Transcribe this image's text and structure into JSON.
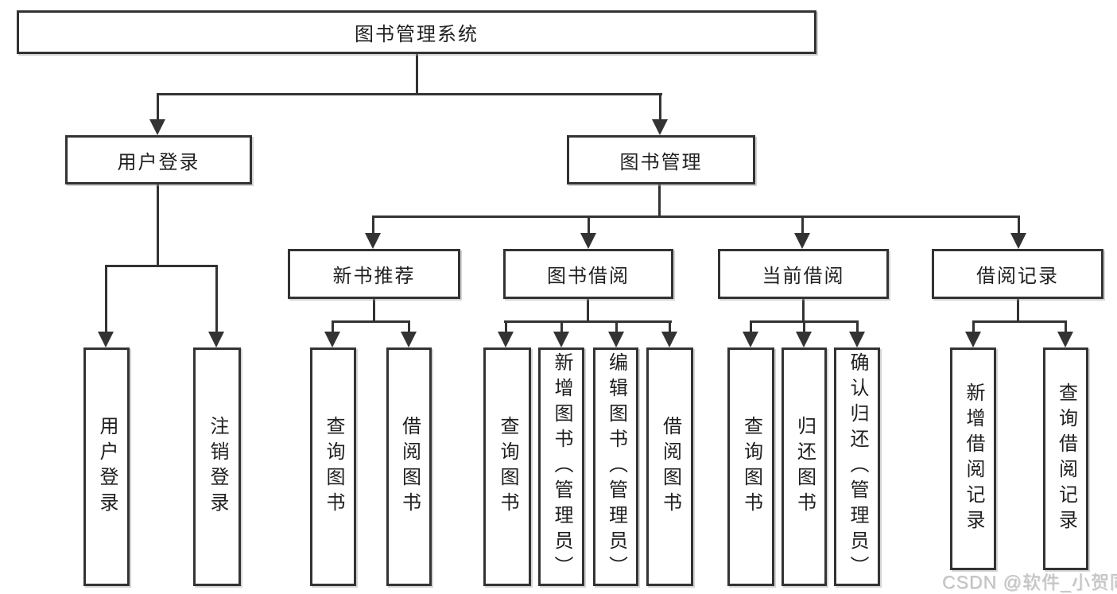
{
  "diagram": {
    "root": "图书管理系统",
    "level2": [
      "用户登录",
      "图书管理"
    ],
    "level3": [
      "新书推荐",
      "图书借阅",
      "当前借阅",
      "借阅记录"
    ],
    "leaves": [
      "用户登录",
      "注销登录",
      "查询图书",
      "借阅图书",
      "查询图书",
      "新增图书（管理员）",
      "编辑图书（管理员）",
      "借阅图书",
      "查询图书",
      "归还图书",
      "确认归还（管理员）",
      "新增借阅记录",
      "查询借阅记录"
    ],
    "colors": {
      "line": "#333333",
      "box_border": "#333333",
      "text": "#1f1f1f",
      "watermark": "#c3c3c3",
      "background": "#ffffff"
    }
  },
  "watermark": "CSDN @软件_小贺同学"
}
